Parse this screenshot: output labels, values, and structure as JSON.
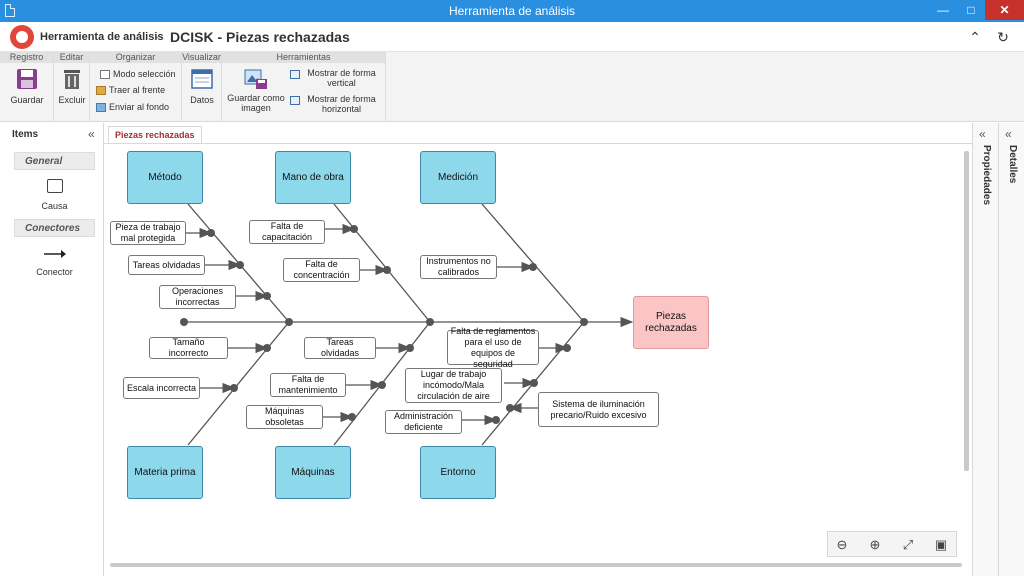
{
  "window": {
    "title": "Herramienta de análisis"
  },
  "header": {
    "app_name": "Herramienta de análisis",
    "separator": "›",
    "page_title": "DCISK - Piezas rechazadas"
  },
  "ribbon": {
    "groups": [
      "Registro",
      "Editar",
      "Organizar",
      "Visualizar",
      "Herramientas"
    ],
    "save": "Guardar",
    "delete": "Excluir",
    "select_mode": "Modo selección",
    "bring_front": "Traer al frente",
    "send_back": "Enviar al fondo",
    "data": "Datos",
    "save_image": "Guardar como imagen",
    "show_vertical": "Mostrar de forma vertical",
    "show_horizontal": "Mostrar de forma horizontal"
  },
  "left_panel": {
    "title": "Items",
    "general": "General",
    "cause": "Causa",
    "connectors": "Conectores",
    "connector": "Conector"
  },
  "canvas": {
    "tab": "Piezas rechazadas"
  },
  "right_panels": {
    "properties": "Propiedades",
    "details": "Detalles"
  },
  "diagram": {
    "effect": "Piezas rechazadas",
    "categories": {
      "metodo": "Método",
      "mano_obra": "Mano de obra",
      "medicion": "Medición",
      "materia_prima": "Materia prima",
      "maquinas": "Máquinas",
      "entorno": "Entorno"
    },
    "causes": {
      "c1": "Pieza de trabajo mal protegida",
      "c2": "Tareas olvidadas",
      "c3": "Operaciones incorrectas",
      "c4": "Falta de capacitación",
      "c5": "Falta de concentración",
      "c6": "Instrumentos no calibrados",
      "c7": "Tamaño incorrecto",
      "c8": "Escala incorrecta",
      "c9": "Tareas olvidadas",
      "c10": "Falta de mantenimiento",
      "c11": "Máquinas obsoletas",
      "c12": "Falta de reglamentos para el uso de equipos de seguridad",
      "c13": "Lugar de trabajo incómodo/Mala circulación de aire",
      "c14": "Administración deficiente",
      "c15": "Sistema de iluminación precario/Ruido excesivo"
    }
  },
  "icons": {
    "save": "floppy-icon",
    "delete": "trash-icon",
    "data": "window-icon",
    "image": "image-icon",
    "zoom_out": "zoom-out-icon",
    "zoom_in": "zoom-in-icon",
    "fit": "fit-icon",
    "export": "picture-icon"
  },
  "colors": {
    "category": "#8ed8ec",
    "effect": "#fbc5c5",
    "titlebar": "#2b8fe0"
  }
}
